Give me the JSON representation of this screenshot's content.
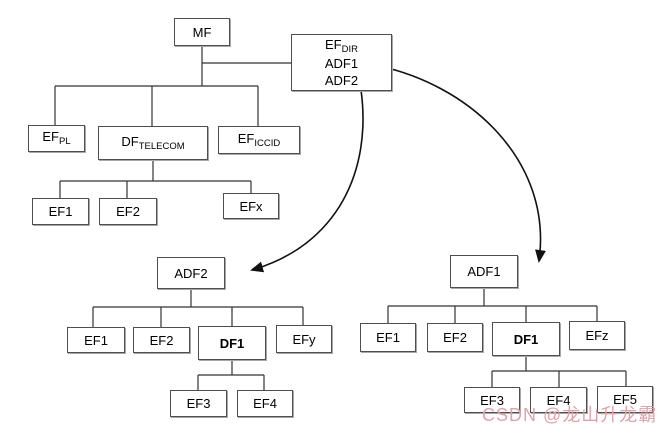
{
  "colors": {
    "box_border": "#4f4f4f",
    "box_shadow": "#a8a8a8",
    "connector_line": "#333333",
    "arrow": "#111111",
    "watermark": "#dfa2aa"
  },
  "watermark": {
    "text": "CSDN @龙山升龙霸"
  },
  "diagram": {
    "mf": {
      "label": "MF"
    },
    "ef_dir": {
      "main": "EF",
      "sub": "DIR",
      "entry1": "ADF1",
      "entry2": "ADF2"
    },
    "level1": {
      "ef_pl": {
        "main": "EF",
        "sub": "PL"
      },
      "df_telecom": {
        "main": "DF",
        "sub": "TELECOM"
      },
      "ef_iccid": {
        "main": "EF",
        "sub": "ICCID"
      }
    },
    "telecom_children": {
      "ef1": "EF1",
      "ef2": "EF2",
      "efx": "EFx"
    },
    "adf2_subtree": {
      "root": "ADF2",
      "ef1": "EF1",
      "ef2": "EF2",
      "df1": "DF1",
      "efy": "EFy",
      "ef3": "EF3",
      "ef4": "EF4"
    },
    "adf1_subtree": {
      "root": "ADF1",
      "ef1": "EF1",
      "ef2": "EF2",
      "df1": "DF1",
      "efz": "EFz",
      "ef3": "EF3",
      "ef4": "EF4",
      "ef5": "EF5"
    }
  }
}
